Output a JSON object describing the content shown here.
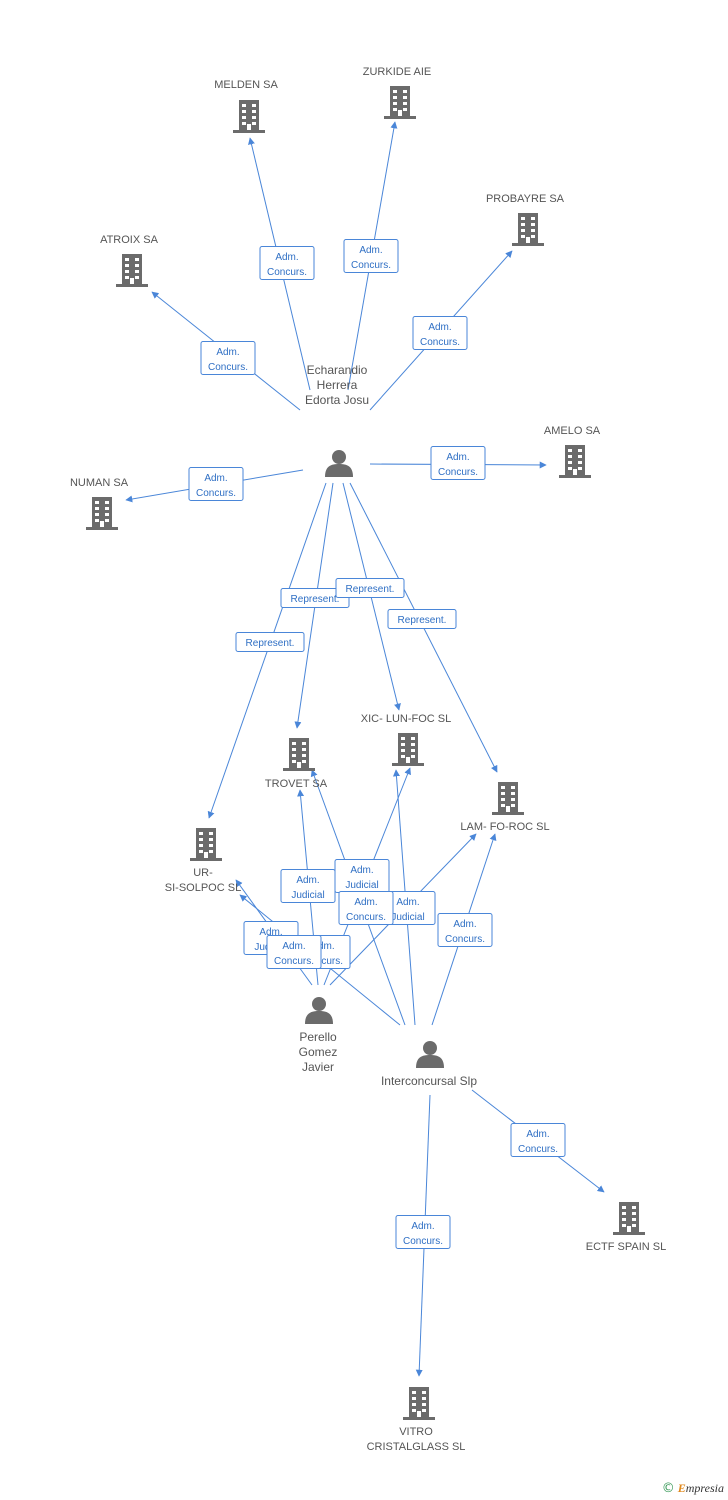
{
  "colors": {
    "edge": "#4a86d8",
    "label_text": "#2f6fc4",
    "icon": "#6b6b6b",
    "node_text": "#555555"
  },
  "nodes": {
    "melden": {
      "name": "MELDEN SA",
      "kind": "company"
    },
    "zurkide": {
      "name": "ZURKIDE AIE",
      "kind": "company"
    },
    "atroix": {
      "name": "ATROIX SA",
      "kind": "company"
    },
    "probayre": {
      "name": "PROBAYRE SA",
      "kind": "company"
    },
    "amelo": {
      "name": "AMELO SA",
      "kind": "company"
    },
    "numan": {
      "name": "NUMAN SA",
      "kind": "company"
    },
    "xic": {
      "name": "XIC- LUN-FOC SL",
      "kind": "company"
    },
    "trovet": {
      "name": "TROVET SA",
      "kind": "company"
    },
    "lam": {
      "name": "LAM- FO-ROC SL",
      "kind": "company"
    },
    "ur": {
      "name": [
        "UR-",
        "SI-SOLPOC SL"
      ],
      "kind": "company"
    },
    "ectf": {
      "name": "ECTF SPAIN SL",
      "kind": "company"
    },
    "vitro": {
      "name": [
        "VITRO",
        "CRISTALGLASS SL"
      ],
      "kind": "company"
    },
    "echarandio": {
      "name": [
        "Echarandio",
        "Herrera",
        "Edorta Josu"
      ],
      "kind": "person"
    },
    "perello": {
      "name": [
        "Perello",
        "Gomez",
        "Javier"
      ],
      "kind": "person"
    },
    "interconcursal": {
      "name": "Interconcursal Slp",
      "kind": "person"
    }
  },
  "relations": [
    {
      "from": "echarandio",
      "to": "melden",
      "label": [
        "Adm.",
        "Concurs."
      ]
    },
    {
      "from": "echarandio",
      "to": "zurkide",
      "label": [
        "Adm.",
        "Concurs."
      ]
    },
    {
      "from": "echarandio",
      "to": "atroix",
      "label": [
        "Adm.",
        "Concurs."
      ]
    },
    {
      "from": "echarandio",
      "to": "probayre",
      "label": [
        "Adm.",
        "Concurs."
      ]
    },
    {
      "from": "echarandio",
      "to": "amelo",
      "label": [
        "Adm.",
        "Concurs."
      ]
    },
    {
      "from": "echarandio",
      "to": "numan",
      "label": [
        "Adm.",
        "Concurs."
      ]
    },
    {
      "from": "echarandio",
      "to": "trovet",
      "label": [
        "Represent."
      ]
    },
    {
      "from": "echarandio",
      "to": "xic",
      "label": [
        "Represent."
      ]
    },
    {
      "from": "echarandio",
      "to": "lam",
      "label": [
        "Represent."
      ]
    },
    {
      "from": "echarandio",
      "to": "ur",
      "label": [
        "Represent."
      ]
    },
    {
      "from": "perello",
      "to": "trovet",
      "label": [
        "Adm.",
        "Judicial"
      ]
    },
    {
      "from": "perello",
      "to": "xic",
      "label": [
        "Adm.",
        "Judicial"
      ]
    },
    {
      "from": "perello",
      "to": "lam",
      "label": [
        "Adm.",
        "Judicial"
      ]
    },
    {
      "from": "perello",
      "to": "ur",
      "label": [
        "Adm.",
        "Judicial"
      ]
    },
    {
      "from": "interconcursal",
      "to": "trovet",
      "label": [
        "Adm.",
        "Concurs."
      ]
    },
    {
      "from": "interconcursal",
      "to": "xic",
      "label": [
        "Adm.",
        "Concurs."
      ]
    },
    {
      "from": "interconcursal",
      "to": "lam",
      "label": [
        "Adm.",
        "Concurs."
      ]
    },
    {
      "from": "interconcursal",
      "to": "ur",
      "label": [
        "Adm.",
        "Concurs."
      ]
    },
    {
      "from": "interconcursal",
      "to": "ectf",
      "label": [
        "Adm.",
        "Concurs."
      ]
    },
    {
      "from": "interconcursal",
      "to": "vitro",
      "label": [
        "Adm.",
        "Concurs."
      ]
    }
  ],
  "footer": {
    "copyright_symbol": "©",
    "brand_initial": "E",
    "brand_rest": "mpresia"
  }
}
